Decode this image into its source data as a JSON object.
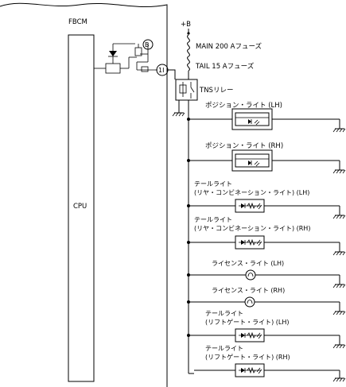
{
  "module": {
    "name": "FBCM",
    "cpu": "CPU",
    "connector_pin": "1I",
    "marker": "B"
  },
  "power": {
    "supply": "+B",
    "fuse_main": "MAIN 200 Aフューズ",
    "fuse_tail": "TAIL 15 Aフューズ",
    "relay": "TNSリレー"
  },
  "lamps": {
    "pos_lh": "ポジション・ライト (LH)",
    "pos_rh": "ポジション・ライト (RH)",
    "tail_comb_lh_1": "テールライト",
    "tail_comb_lh_2": "(リヤ・コンビネーション・ライト) (LH)",
    "tail_comb_rh_1": "テールライト",
    "tail_comb_rh_2": "(リヤ・コンビネーション・ライト) (RH)",
    "license_lh": "ライセンス・ライト (LH)",
    "license_rh": "ライセンス・ライト (RH)",
    "tail_lift_lh_1": "テールライト",
    "tail_lift_lh_2": "(リフトゲート・ライト) (LH)",
    "tail_lift_rh_1": "テールライト",
    "tail_lift_rh_2": "(リフトゲート・ライト) (RH)"
  }
}
